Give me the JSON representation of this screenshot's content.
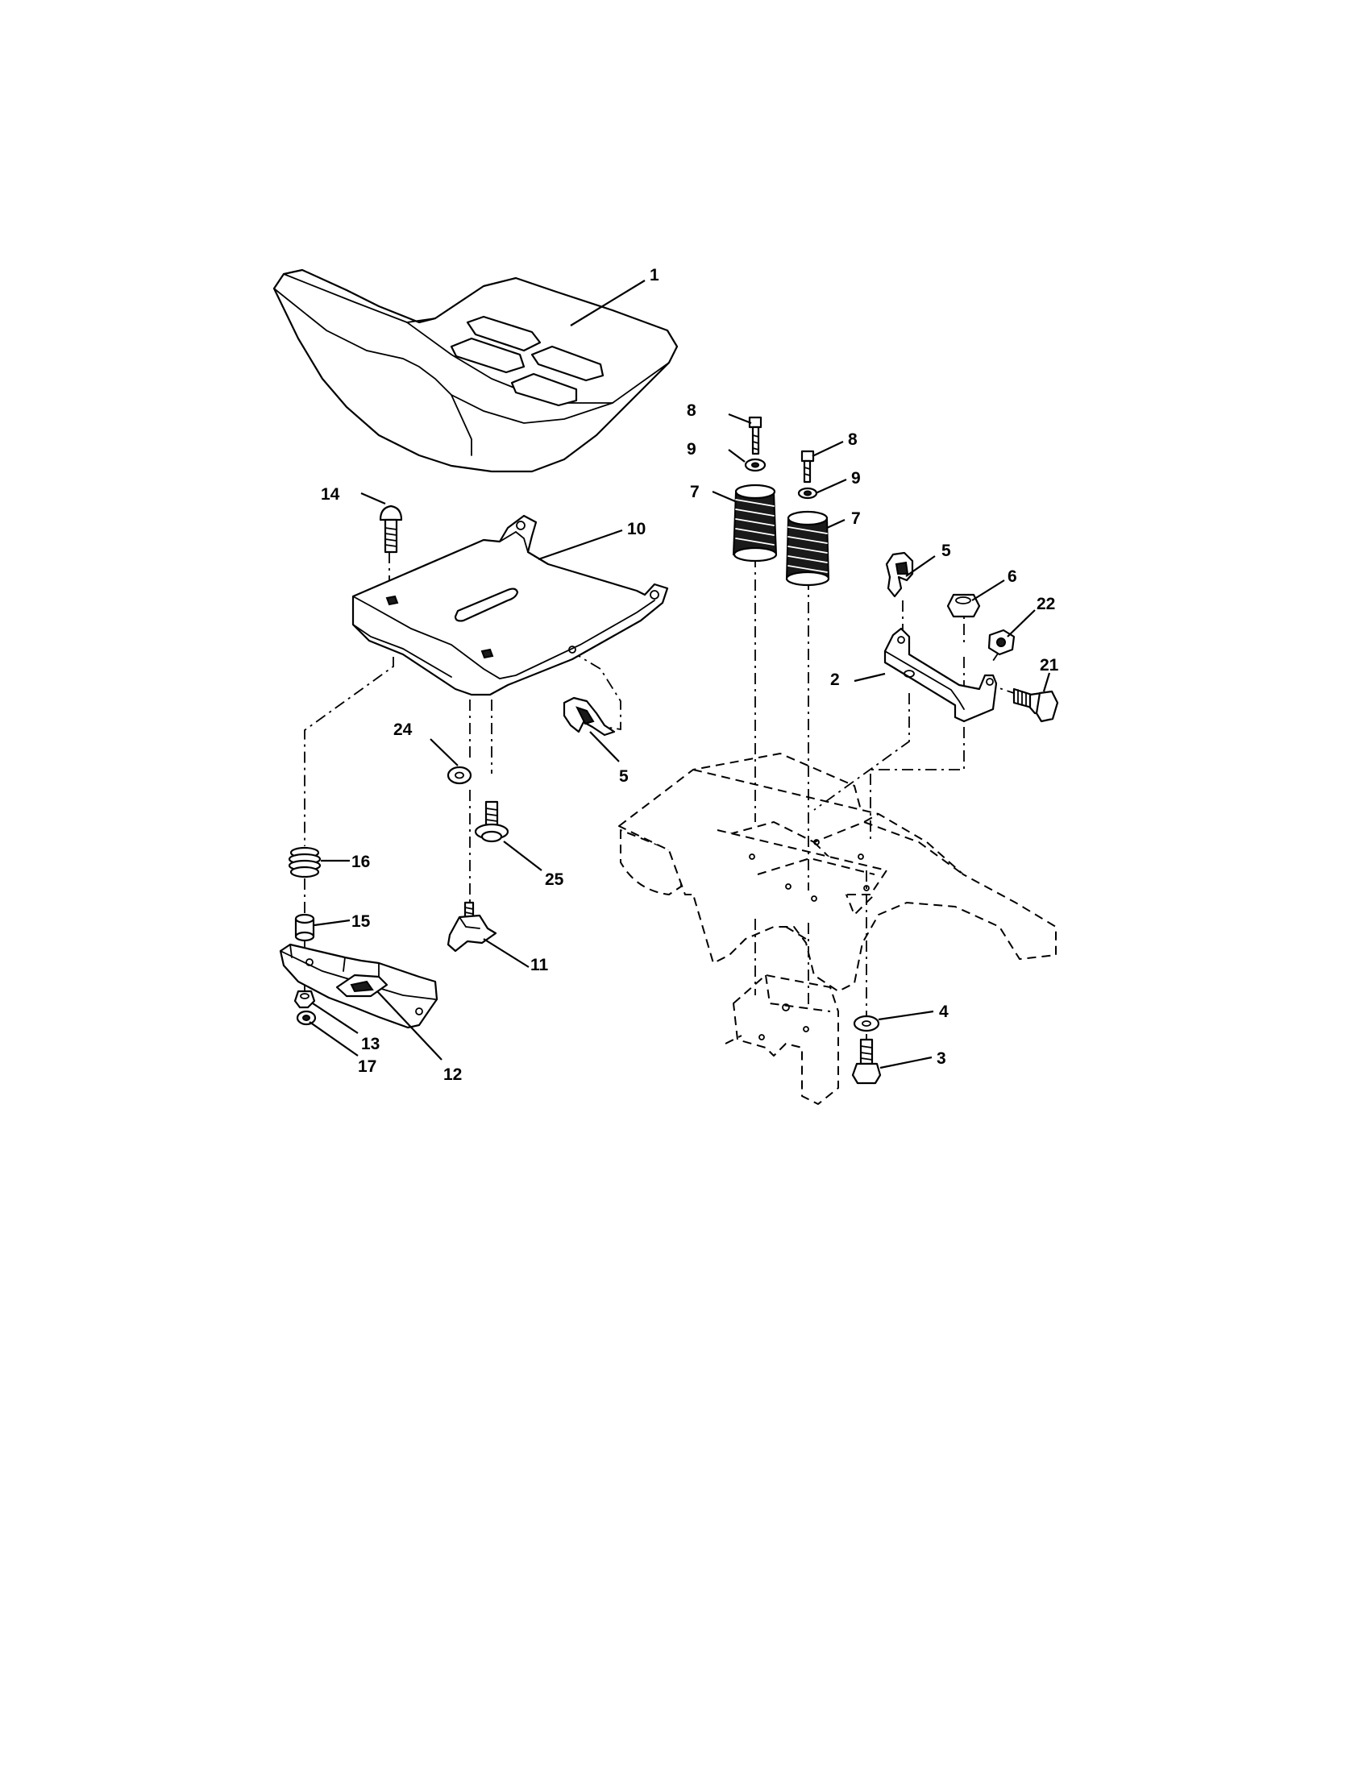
{
  "parts": [
    {
      "id": "p1",
      "number": "1"
    },
    {
      "id": "p2",
      "number": "2"
    },
    {
      "id": "p3",
      "number": "3"
    },
    {
      "id": "p4",
      "number": "4"
    },
    {
      "id": "p5a",
      "number": "5"
    },
    {
      "id": "p5b",
      "number": "5"
    },
    {
      "id": "p6",
      "number": "6"
    },
    {
      "id": "p7a",
      "number": "7"
    },
    {
      "id": "p7b",
      "number": "7"
    },
    {
      "id": "p8a",
      "number": "8"
    },
    {
      "id": "p8b",
      "number": "8"
    },
    {
      "id": "p9a",
      "number": "9"
    },
    {
      "id": "p9b",
      "number": "9"
    },
    {
      "id": "p10",
      "number": "10"
    },
    {
      "id": "p11",
      "number": "11"
    },
    {
      "id": "p12",
      "number": "12"
    },
    {
      "id": "p13",
      "number": "13"
    },
    {
      "id": "p14",
      "number": "14"
    },
    {
      "id": "p15",
      "number": "15"
    },
    {
      "id": "p16",
      "number": "16"
    },
    {
      "id": "p17",
      "number": "17"
    },
    {
      "id": "p21",
      "number": "21"
    },
    {
      "id": "p22",
      "number": "22"
    },
    {
      "id": "p24",
      "number": "24"
    },
    {
      "id": "p25",
      "number": "25"
    }
  ]
}
